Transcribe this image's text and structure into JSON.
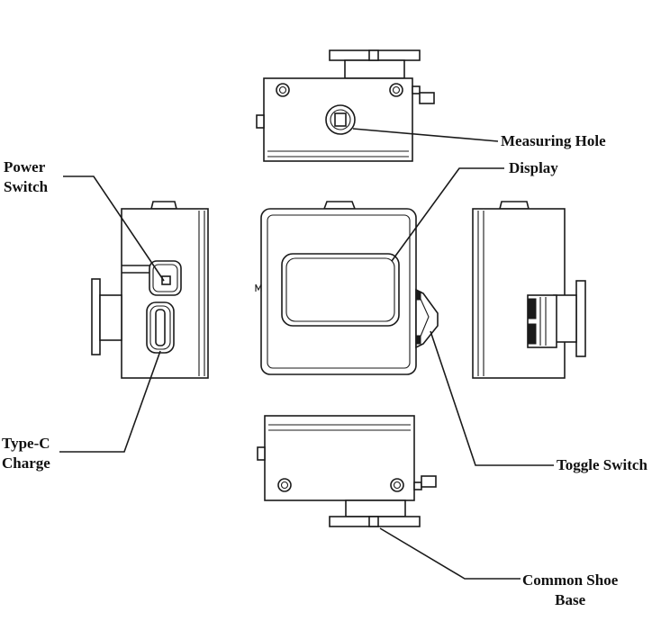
{
  "labels": {
    "measuring_hole": "Measuring Hole",
    "display": "Display",
    "power_switch_line1": "Power",
    "power_switch_line2": "Switch",
    "type_c_line1": "Type-C",
    "type_c_line2": "Charge",
    "toggle_switch": "Toggle Switch",
    "shoe_base_line1": "Common Shoe",
    "shoe_base_line2": "Base"
  },
  "colors": {
    "ink": "#1a1a1a",
    "background": "#ffffff"
  }
}
